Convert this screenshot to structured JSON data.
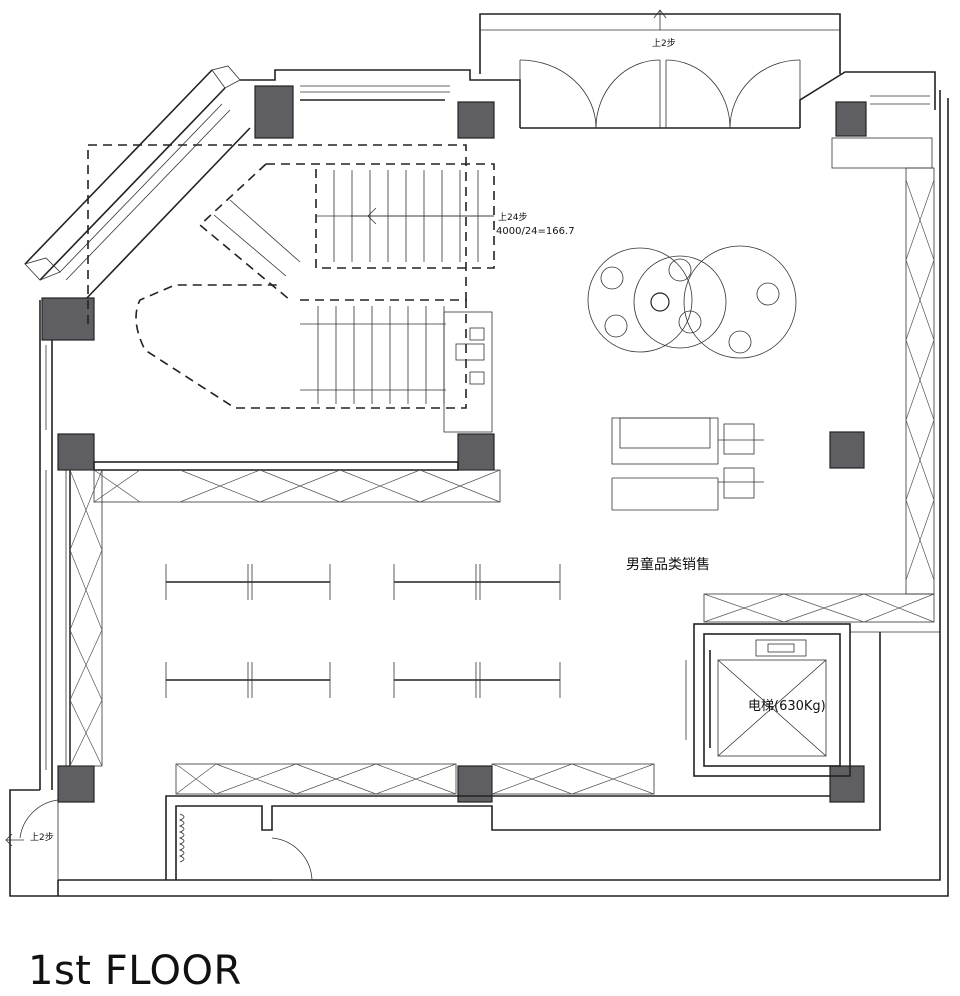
{
  "title": "1st FLOOR",
  "labels": {
    "room": "男童品类销售",
    "elevator": "电梯(630Kg)",
    "stair_steps": "上24步",
    "stair_calc": "4000/24=166.7",
    "entrance_top": "上2步",
    "entrance_left": "上2步"
  },
  "colors": {
    "line": "#222222",
    "column": "#5f5f63",
    "background": "#ffffff"
  }
}
